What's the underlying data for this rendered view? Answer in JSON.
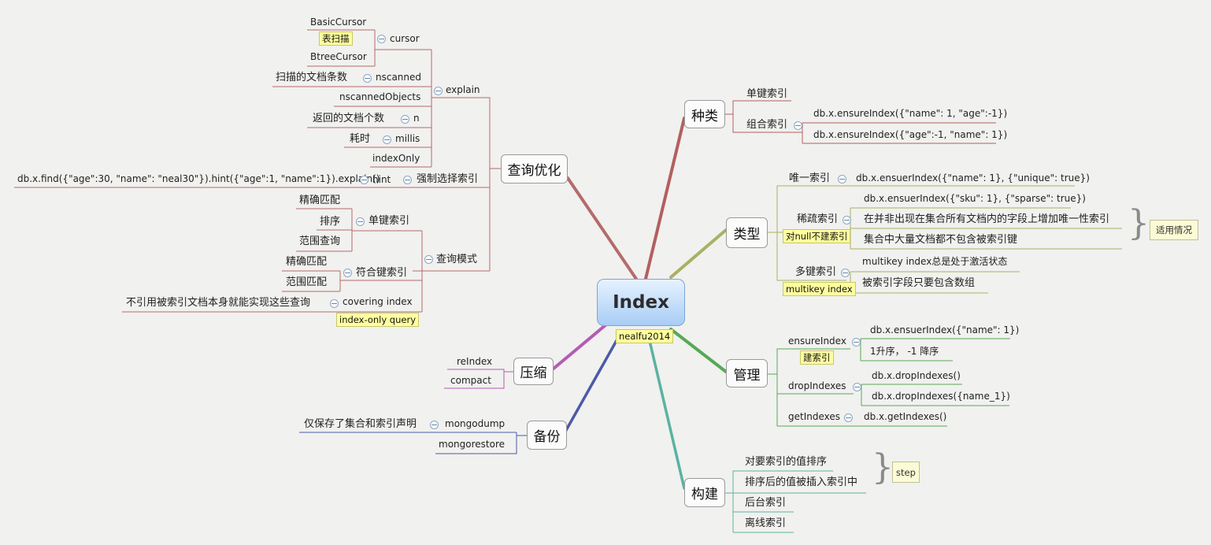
{
  "central": {
    "title": "Index",
    "marker": "nealfu2014"
  },
  "branches": {
    "kinds": {
      "label": "种类",
      "single": "单键索引",
      "compound": "组合索引",
      "compound_examples": [
        "db.x.ensureIndex({\"name\": 1, \"age\":-1})",
        "db.x.ensureIndex({\"age\":-1, \"name\": 1})"
      ]
    },
    "types": {
      "label": "类型",
      "unique": {
        "label": "唯一索引",
        "example": "db.x.ensuerIndex({\"name\": 1}, {\"unique\": true})"
      },
      "sparse": {
        "label": "稀疏索引",
        "marker": "对null不建索引",
        "example": "db.x.ensuerIndex({\"sku\": 1}, {\"sparse\": true})",
        "uses": [
          "在并非出现在集合所有文档内的字段上增加唯一性索引",
          "集合中大量文档都不包含被索引键"
        ],
        "uses_note": "适用情况"
      },
      "multikey": {
        "label": "多键索引",
        "marker": "multikey index",
        "notes": [
          "multikey index总是处于激活状态",
          "被索引字段只要包含数组"
        ]
      }
    },
    "manage": {
      "label": "管理",
      "ensure": {
        "label": "ensureIndex",
        "marker": "建索引",
        "children": [
          "db.x.ensuerIndex({\"name\": 1})",
          "1升序， -1 降序"
        ]
      },
      "drop": {
        "label": "dropIndexes",
        "children": [
          "db.x.dropIndexes()",
          "db.x.dropIndexes({name_1})"
        ]
      },
      "get": {
        "label": "getIndexes",
        "child": "db.x.getIndexes()"
      }
    },
    "build": {
      "label": "构建",
      "steps": [
        "对要索引的值排序",
        "排序后的值被插入索引中"
      ],
      "steps_note": "step",
      "others": [
        "后台索引",
        "离线索引"
      ]
    },
    "backup": {
      "label": "备份",
      "mongodump": "mongodump",
      "mongodump_note": "仅保存了集合和索引声明",
      "mongorestore": "mongorestore"
    },
    "compress": {
      "label": "压缩",
      "children": [
        "reIndex",
        "compact"
      ]
    },
    "query_opt": {
      "label": "查询优化",
      "explain": {
        "label": "explain",
        "cursor": {
          "label": "cursor",
          "children": [
            "BasicCursor",
            "BtreeCursor"
          ],
          "marker": "表扫描"
        },
        "nscanned": {
          "label": "nscanned",
          "child": "扫描的文档条数"
        },
        "nscannedObjects": "nscannedObjects",
        "n": {
          "label": "n",
          "child": "返回的文档个数"
        },
        "millis": {
          "label": "millis",
          "child": "耗时"
        },
        "indexOnly": "indexOnly"
      },
      "force": {
        "label": "强制选择索引",
        "hint": "hint",
        "example": "db.x.find({\"age\":30, \"name\": \"neal30\"}).hint({\"age\":1, \"name\":1}).explain()"
      },
      "mode": {
        "label": "查询模式",
        "single": {
          "label": "单键索引",
          "children": [
            "精确匹配",
            "排序",
            "范围查询"
          ]
        },
        "compound": {
          "label": "符合键索引",
          "children": [
            "精确匹配",
            "范围匹配"
          ]
        },
        "covering": {
          "label": "covering index",
          "marker": "index-only query",
          "note": "不引用被索引文档本身就能实现这些查询"
        }
      }
    }
  },
  "colors": {
    "query": "#b46b6b",
    "kinds": "#b35f5f",
    "types": "#aab063",
    "manage": "#56a956",
    "build": "#5ab2a2",
    "backup": "#4b5aa8",
    "compress": "#b35cb3",
    "leaf_line": "#8a8a8a",
    "central_fill": "#a8cdf5"
  }
}
